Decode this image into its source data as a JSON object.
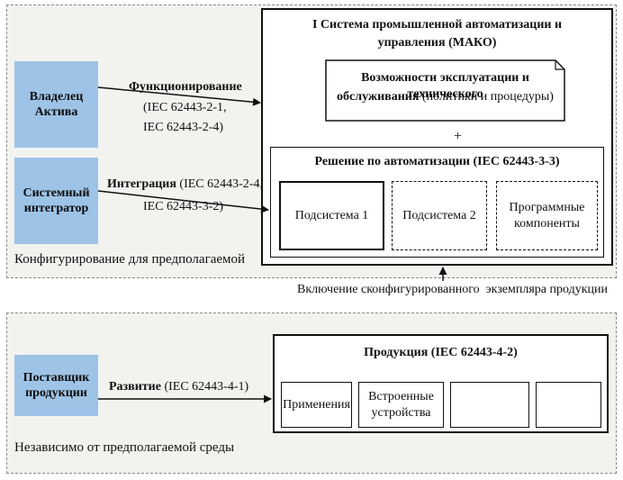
{
  "top_panel": {
    "owner": "Владелец Актива",
    "integrator": "Системный интегратор",
    "func_label": "Функционирование",
    "func_refs_1": "(IEC 62443-2-1,",
    "func_refs_2": "IEC 62443-2-4)",
    "integ_label": "Интеграция",
    "integ_refs_1": "(IEC 62443-2-4,",
    "integ_refs_2": "IEC 62443-3-2)",
    "caption": "Конфигурирование для предполагаемой",
    "iacs_title_1": "I Система промышленной автоматизации и",
    "iacs_title_2": "управления (МАКО)",
    "ops_bold_1": "Возможности эксплуатации и технического",
    "ops_bold_2": "обслуживания",
    "ops_rest": "(политики и процедуры)",
    "plus": "+",
    "solution_title": "Решение по автоматизации (IEC 62443-3-3)",
    "sub1": "Подсистема 1",
    "sub2": "Подсистема 2",
    "software_1": "Программные",
    "software_2": "компоненты"
  },
  "middle_caption": "Включение сконфигурированного  экземпляра продукции",
  "bottom_panel": {
    "supplier": "Поставщик продукции",
    "dev_label": "Развитие",
    "dev_refs": "(IEC 62443-4-1)",
    "caption": "Независимо от предполагаемой среды",
    "products_title": "Продукция (IEC 62443-4-2)",
    "apps": "Применения",
    "embedded_1": "Встроенные",
    "embedded_2": "устройства"
  }
}
